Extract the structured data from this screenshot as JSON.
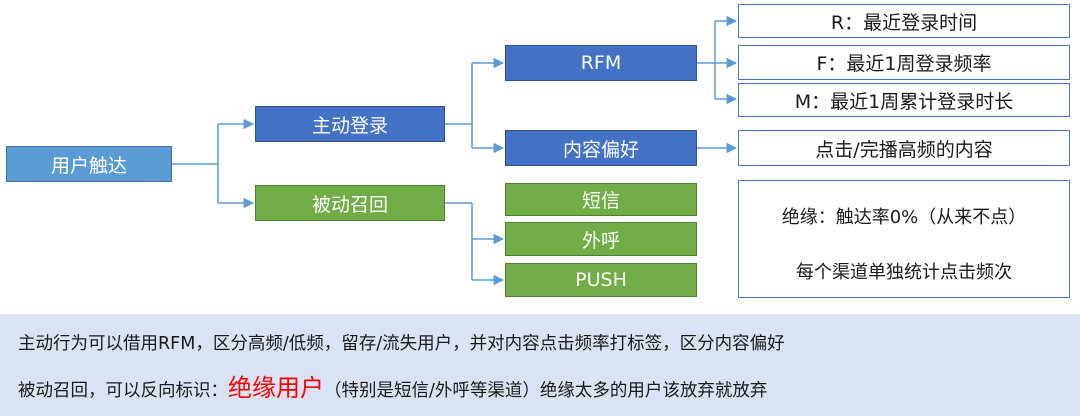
{
  "nodes": {
    "root": "用户触达",
    "active": "主动登录",
    "passive": "被动召回",
    "rfm": "RFM",
    "content_pref": "内容偏好",
    "sms": "短信",
    "call": "外呼",
    "push": "PUSH",
    "r": "R：最近登录时间",
    "f": "F：最近1周登录频率",
    "m": "M：最近1周累计登录时长",
    "click": "点击/完播高频的内容"
  },
  "note": {
    "line1": "绝缘：触达率0%（从来不点）",
    "line2": "每个渠道单独统计点击频次"
  },
  "summary": {
    "line1": "主动行为可以借用RFM，区分高频/低频，留存/流失用户，并对内容点击频率打标签，区分内容偏好",
    "line2_before": "被动召回，可以反向标识：",
    "line2_highlight": "绝缘用户",
    "line2_after": "（特别是短信/外呼等渠道）绝缘太多的用户该放弃就放弃"
  },
  "colors": {
    "root": "#5b9bd5",
    "active": "#4472c4",
    "passive": "#70ad47",
    "connector": "#5b9bd5",
    "summary_bg": "#dae3f3",
    "highlight": "#ff0000"
  }
}
